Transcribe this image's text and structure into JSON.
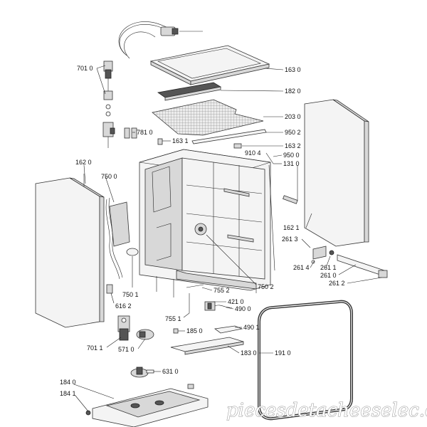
{
  "labels": {
    "l1630": "163 0",
    "l7010": "701 0",
    "l1820": "182 0",
    "l2030": "203 0",
    "l7810": "781 0",
    "l9502": "950 2",
    "l1631": "163 1",
    "l1632": "163 2",
    "l9104": "910 4",
    "l9500": "950 0",
    "l1310": "131 0",
    "l1620": "162 0",
    "l7500": "750 0",
    "l1621": "162 1",
    "l2613": "261 3",
    "l2614": "261 4",
    "l2611": "261 1",
    "l2610": "261 0",
    "l2612": "261 2",
    "l7502": "750 2",
    "l7552": "755 2",
    "l7501": "750 1",
    "l6162": "616 2",
    "l4210": "421 0",
    "l4900": "490 0",
    "l7551": "755 1",
    "l1850": "185 0",
    "l4901": "490 1",
    "l7011": "701 1",
    "l5710": "571 0",
    "l1830": "183 0",
    "l1910": "191 0",
    "l6310": "631 0",
    "l1840": "184 0",
    "l1841": "184 1"
  },
  "watermark": "piecesdetacheeselec.com"
}
